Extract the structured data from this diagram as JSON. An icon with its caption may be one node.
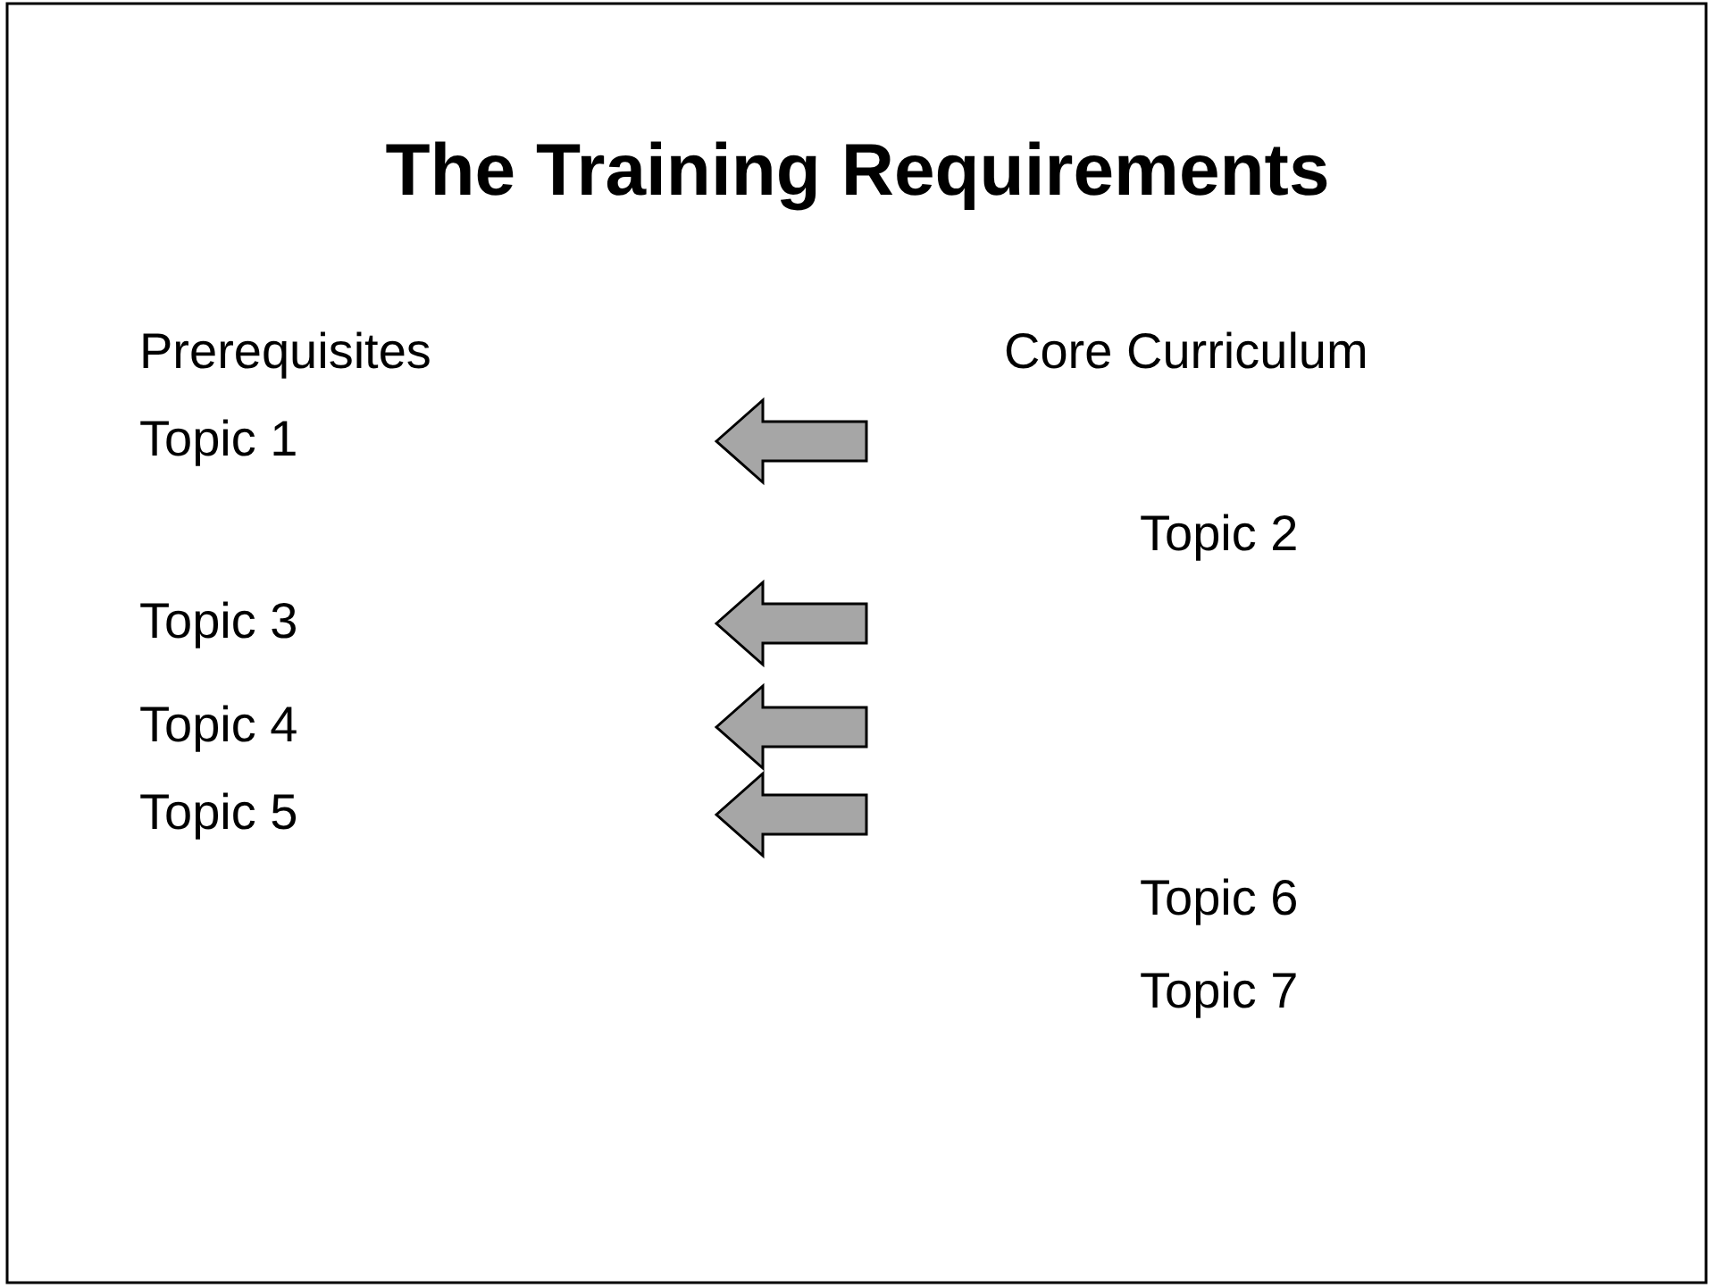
{
  "diagram": {
    "title": "The Training Requirements",
    "labels": [
      "Prerequisites",
      "Core Curriculum",
      "Topic 1",
      "Topic 2",
      "Topic 3",
      "Topic 4",
      "Topic 5",
      "Topic 6",
      "Topic 7"
    ]
  }
}
